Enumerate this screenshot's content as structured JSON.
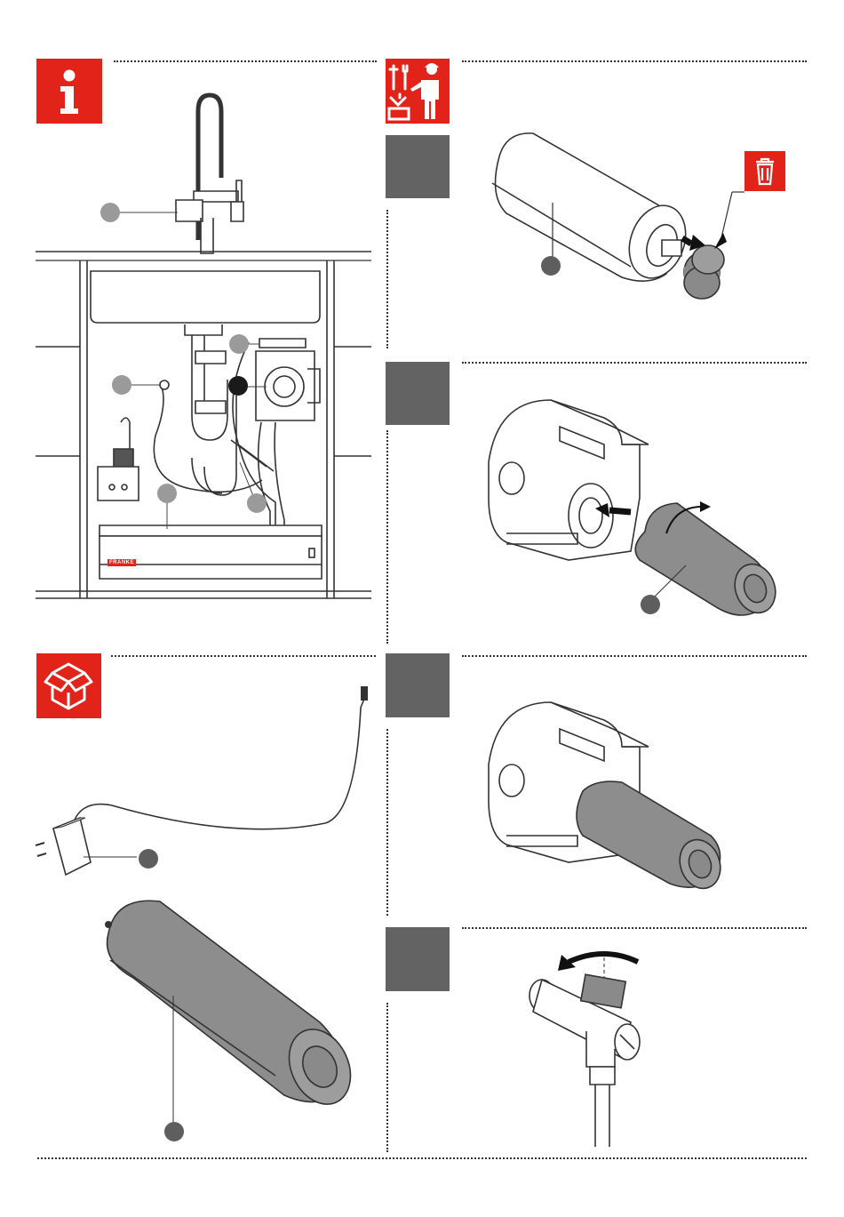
{
  "page": {
    "sections": {
      "info": {
        "icon": "info-icon"
      },
      "tools": {
        "icon": "tools-worker-icon"
      },
      "package": {
        "icon": "open-box-icon"
      },
      "steps": [
        {
          "id": "step-1",
          "action": "remove-cap",
          "extra_icon": "trash-bin-icon"
        },
        {
          "id": "step-2",
          "action": "insert-and-rotate-cartridge"
        },
        {
          "id": "step-3",
          "action": "cartridge-installed"
        },
        {
          "id": "step-4",
          "action": "turn-valve"
        }
      ]
    },
    "brand_label": "FRANKE",
    "colors": {
      "accent_red": "#e2231a",
      "step_grey": "#636363",
      "callout_grey": "#9a9a9a",
      "callout_dark": "#5e5e5e"
    }
  }
}
